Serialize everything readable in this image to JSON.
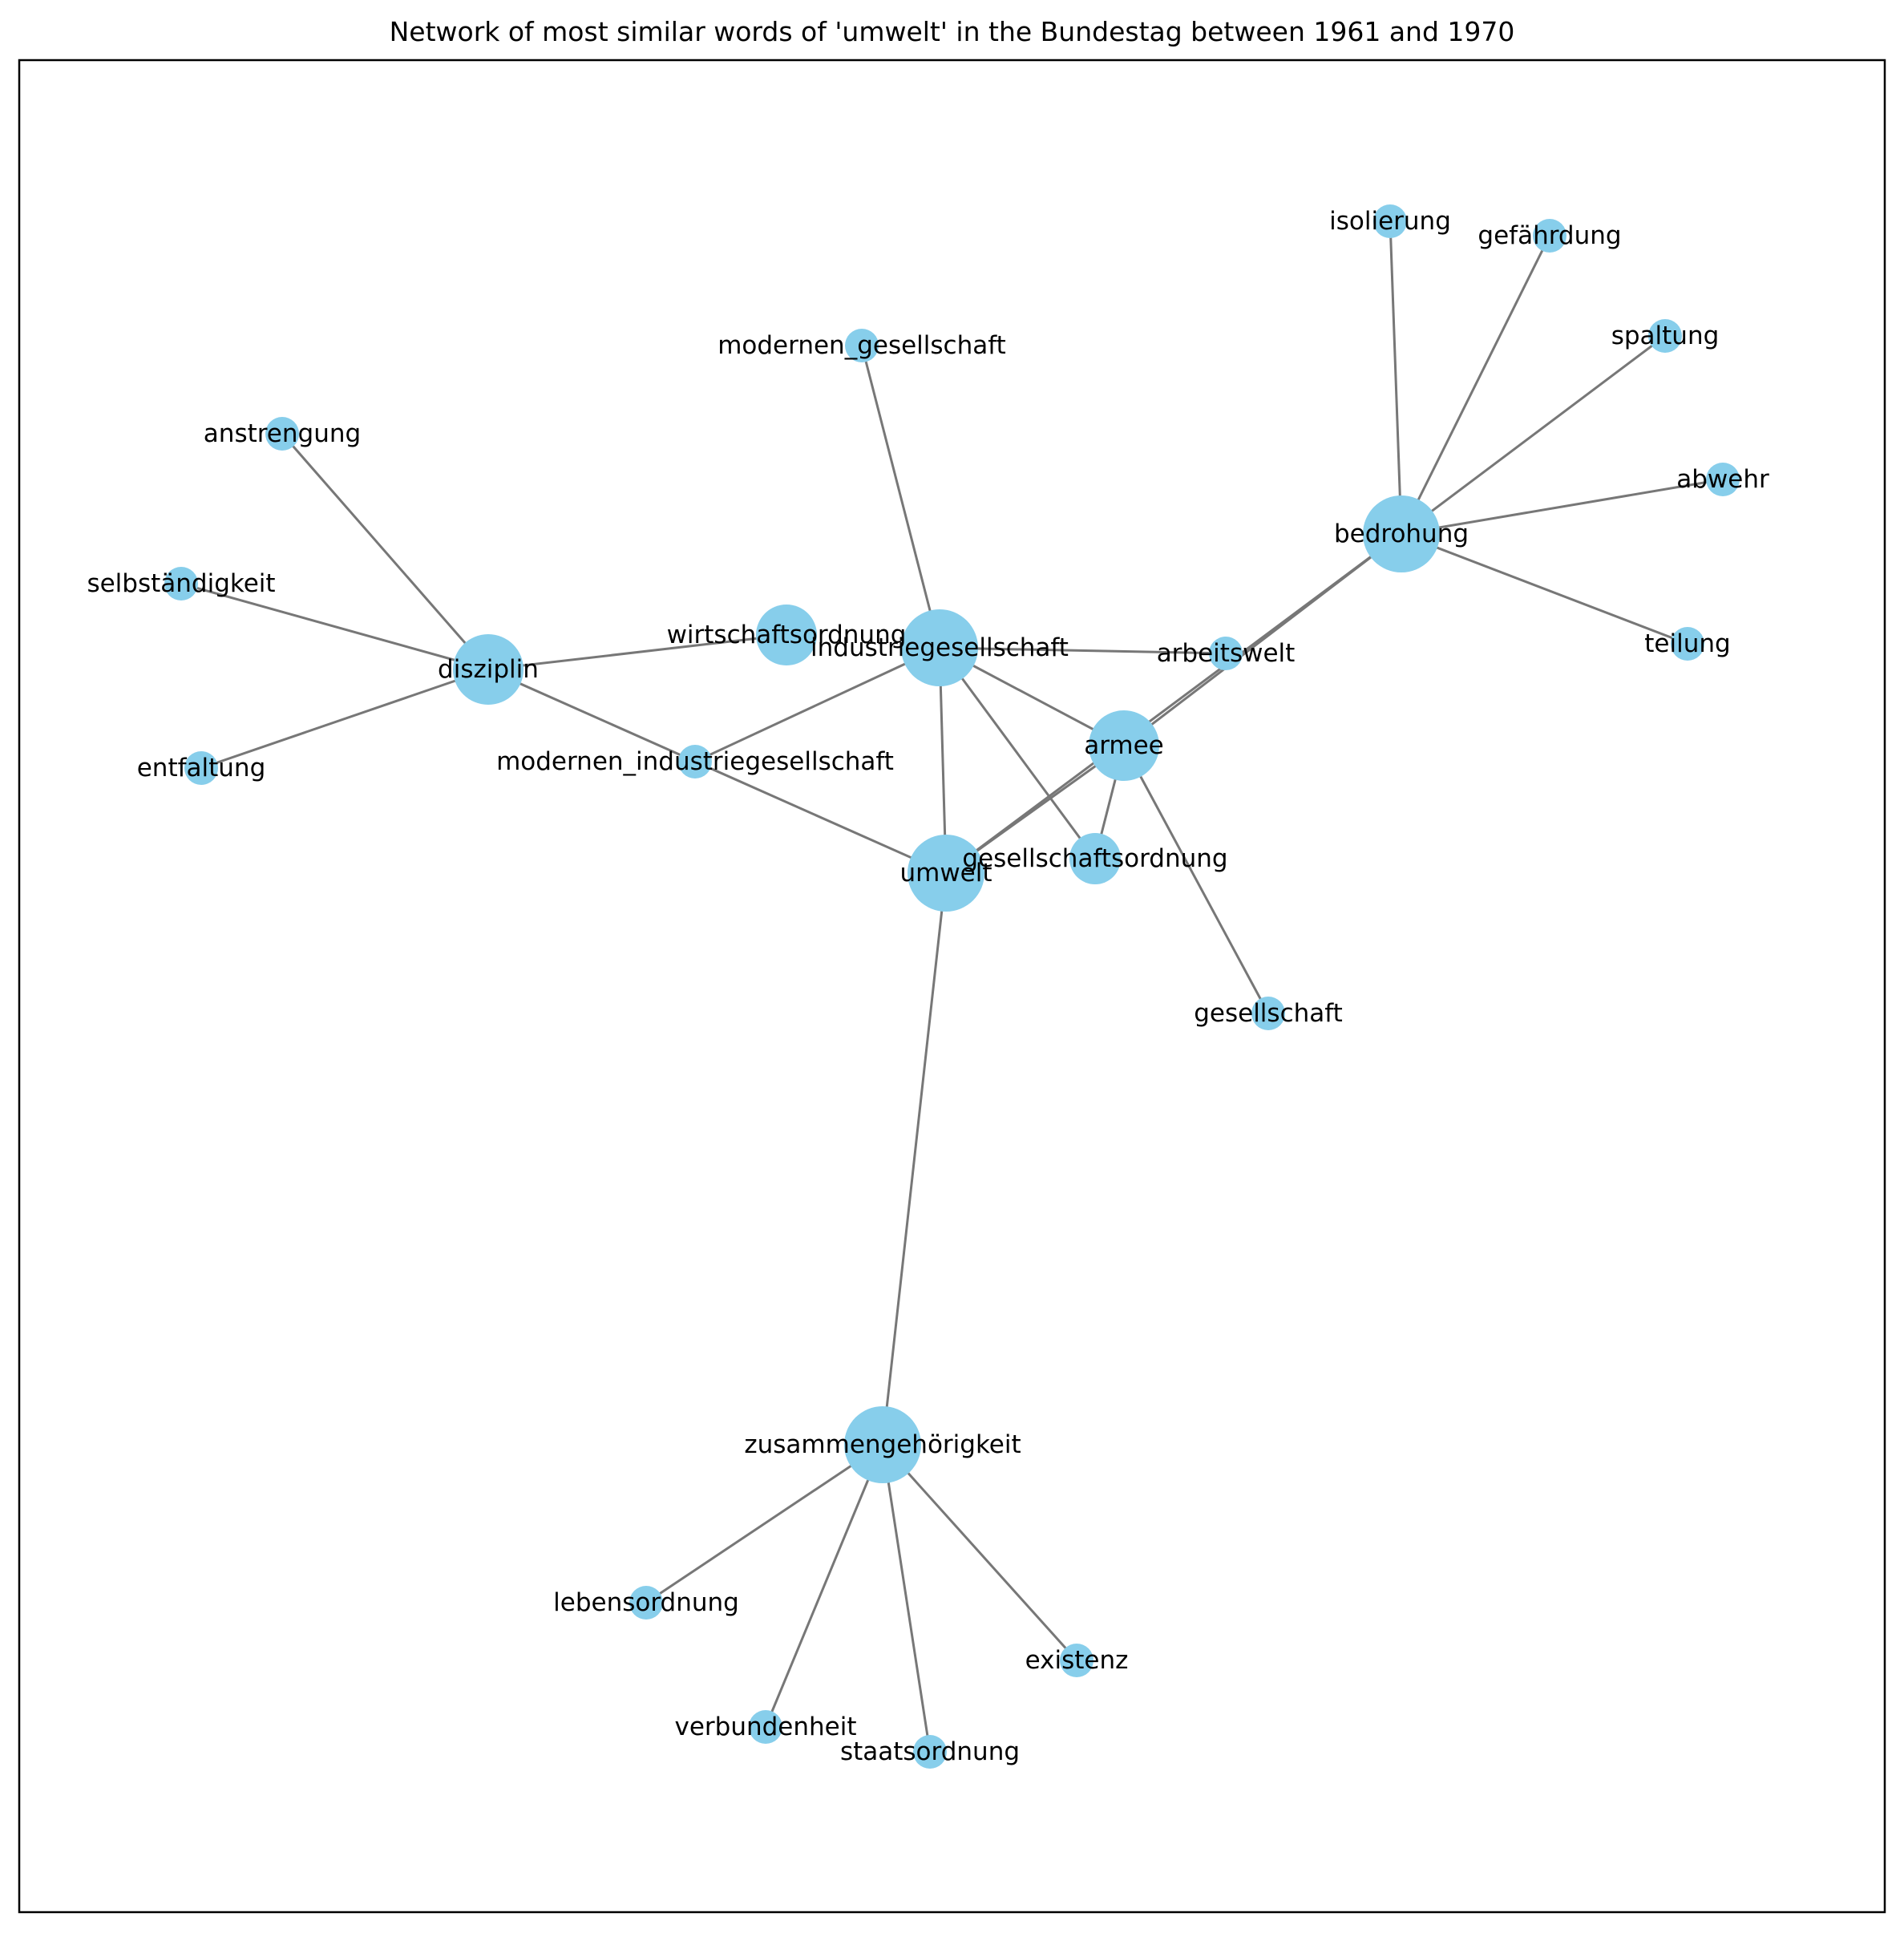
{
  "title": "Network of most similar words of 'umwelt' in the Bundestag between 1961 and 1970",
  "colors": {
    "node": "#87CEEB",
    "edge": "#777777",
    "frame": "#000000",
    "label": "#000000"
  },
  "nodes": [
    {
      "id": "umwelt",
      "label": "umwelt",
      "weight": "large"
    },
    {
      "id": "industriegesellschaft",
      "label": "industriegesellschaft",
      "weight": "large"
    },
    {
      "id": "bedrohung",
      "label": "bedrohung",
      "weight": "large"
    },
    {
      "id": "zusammengehoerigkeit",
      "label": "zusammengehörigkeit",
      "weight": "large"
    },
    {
      "id": "armee",
      "label": "armee",
      "weight": "medium"
    },
    {
      "id": "disziplin",
      "label": "disziplin",
      "weight": "medium"
    },
    {
      "id": "wirtschaftsordnung",
      "label": "wirtschaftsordnung",
      "weight": "medium-small"
    },
    {
      "id": "gesellschaftsordnung",
      "label": "gesellschaftsordnung",
      "weight": "small-medium"
    },
    {
      "id": "arbeitswelt",
      "label": "arbeitswelt",
      "weight": "small"
    },
    {
      "id": "modernen_industriegesellschaft",
      "label": "modernen_industriegesellschaft",
      "weight": "small"
    },
    {
      "id": "modernen_gesellschaft",
      "label": "modernen_gesellschaft",
      "weight": "small"
    },
    {
      "id": "anstrengung",
      "label": "anstrengung",
      "weight": "small"
    },
    {
      "id": "selbstaendigkeit",
      "label": "selbständigkeit",
      "weight": "small"
    },
    {
      "id": "entfaltung",
      "label": "entfaltung",
      "weight": "small"
    },
    {
      "id": "isolierung",
      "label": "isolierung",
      "weight": "small"
    },
    {
      "id": "gefaehrdung",
      "label": "gefährdung",
      "weight": "small"
    },
    {
      "id": "spaltung",
      "label": "spaltung",
      "weight": "small"
    },
    {
      "id": "abwehr",
      "label": "abwehr",
      "weight": "small"
    },
    {
      "id": "teilung",
      "label": "teilung",
      "weight": "small"
    },
    {
      "id": "gesellschaft",
      "label": "gesellschaft",
      "weight": "small"
    },
    {
      "id": "lebensordnung",
      "label": "lebensordnung",
      "weight": "small"
    },
    {
      "id": "verbundenheit",
      "label": "verbundenheit",
      "weight": "small"
    },
    {
      "id": "staatsordnung",
      "label": "staatsordnung",
      "weight": "small"
    },
    {
      "id": "existenz",
      "label": "existenz",
      "weight": "small"
    }
  ],
  "edges": [
    [
      "umwelt",
      "industriegesellschaft"
    ],
    [
      "umwelt",
      "disziplin"
    ],
    [
      "umwelt",
      "armee"
    ],
    [
      "umwelt",
      "bedrohung"
    ],
    [
      "umwelt",
      "zusammengehoerigkeit"
    ],
    [
      "industriegesellschaft",
      "modernen_gesellschaft"
    ],
    [
      "industriegesellschaft",
      "modernen_industriegesellschaft"
    ],
    [
      "industriegesellschaft",
      "arbeitswelt"
    ],
    [
      "industriegesellschaft",
      "armee"
    ],
    [
      "industriegesellschaft",
      "gesellschaftsordnung"
    ],
    [
      "disziplin",
      "wirtschaftsordnung"
    ],
    [
      "disziplin",
      "anstrengung"
    ],
    [
      "disziplin",
      "selbstaendigkeit"
    ],
    [
      "disziplin",
      "entfaltung"
    ],
    [
      "armee",
      "bedrohung"
    ],
    [
      "armee",
      "gesellschaftsordnung"
    ],
    [
      "armee",
      "gesellschaft"
    ],
    [
      "bedrohung",
      "isolierung"
    ],
    [
      "bedrohung",
      "gefaehrdung"
    ],
    [
      "bedrohung",
      "spaltung"
    ],
    [
      "bedrohung",
      "abwehr"
    ],
    [
      "bedrohung",
      "teilung"
    ],
    [
      "zusammengehoerigkeit",
      "lebensordnung"
    ],
    [
      "zusammengehoerigkeit",
      "verbundenheit"
    ],
    [
      "zusammengehoerigkeit",
      "staatsordnung"
    ],
    [
      "zusammengehoerigkeit",
      "existenz"
    ]
  ]
}
